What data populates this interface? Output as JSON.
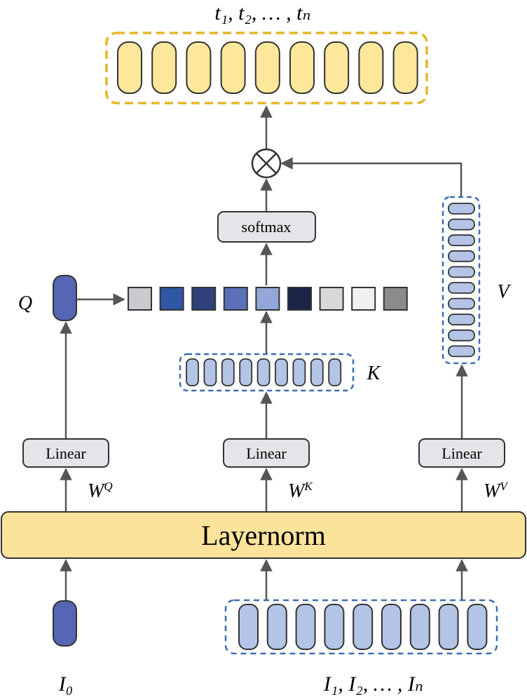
{
  "output_label": "t₁, t₂, … , tₙ",
  "input_left_label": "I₀",
  "input_right_label": "I₁, I₂, … , Iₙ",
  "layernorm_label": "Layernorm",
  "linear_label": "Linear",
  "softmax_label": "softmax",
  "q_label": "Q",
  "k_label": "K",
  "v_label": "V",
  "wq": {
    "base": "W",
    "sup": "Q"
  },
  "wk": {
    "base": "W",
    "sup": "K"
  },
  "wv": {
    "base": "W",
    "sup": "V"
  },
  "multiply_symbol": "circled-times-icon",
  "attention_cells": [
    "#c8cacd",
    "#2f57a6",
    "#2e4178",
    "#5b70b8",
    "#93a8d8",
    "#1a2547",
    "#d6d8da",
    "#f0f0f0",
    "#8a8b8d"
  ],
  "colors": {
    "layernorm_fill": "#fbe39b",
    "output_token_fill": "#fde79b",
    "output_border": "#e8b52a",
    "token_fill_light": "#b3c4e6",
    "token_fill_dark": "#5566b5",
    "dash_blue": "#3f6db0",
    "linear_fill": "#e4e5e8",
    "arrow": "#555555"
  }
}
